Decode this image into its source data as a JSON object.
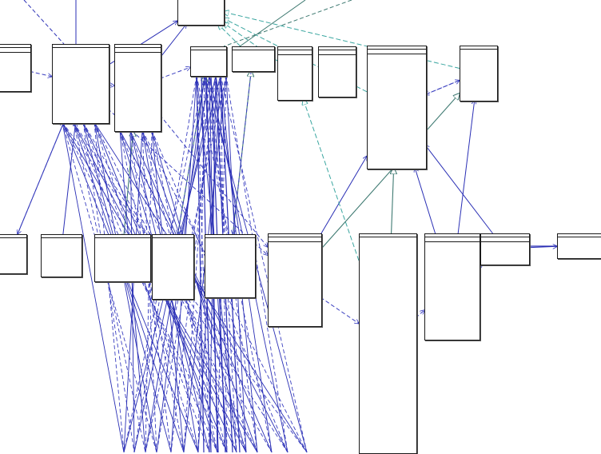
{
  "diagram": {
    "kind": "uml-class-diagram",
    "colors": {
      "association": "#2a2fb5",
      "dependency": "#3a3fc0",
      "generalization": "#3f7a72",
      "realization": "#3aa6a0",
      "box_border": "#1a1a1a",
      "highlight": "#2a2a2a"
    },
    "classes": [
      {
        "id": "top",
        "stereotype": "",
        "name": "",
        "attributes": [
          "",
          "",
          "",
          "",
          ""
        ],
        "operations": [
          ""
        ]
      },
      {
        "id": "a1",
        "stereotype": "",
        "name": "",
        "attributes": [
          "",
          "",
          ""
        ],
        "operations": [
          ""
        ]
      },
      {
        "id": "b1",
        "stereotype": "",
        "name": "",
        "attributes": [
          "",
          "",
          "",
          "",
          "",
          "",
          "",
          "",
          "",
          "",
          "",
          "",
          "",
          ""
        ],
        "operations": []
      },
      {
        "id": "c1",
        "stereotype": "",
        "name": "",
        "attributes": [
          "",
          "",
          "",
          "",
          "",
          "",
          "",
          "",
          "",
          "",
          "",
          "",
          "",
          "",
          ""
        ],
        "operations": [
          ""
        ]
      },
      {
        "id": "d1",
        "stereotype": "",
        "name": "",
        "attributes": [
          "",
          ""
        ],
        "operations": []
      },
      {
        "id": "e1",
        "stereotype": "",
        "name": "",
        "attributes": [],
        "operations": []
      },
      {
        "id": "f1",
        "stereotype": "",
        "name": "",
        "attributes": [
          "",
          "",
          "",
          "",
          ""
        ],
        "operations": [
          "",
          ""
        ]
      },
      {
        "id": "g1",
        "stereotype": "",
        "name": "",
        "attributes": [
          "",
          "",
          ""
        ],
        "operations": [
          ""
        ]
      },
      {
        "id": "h1",
        "stereotype": "",
        "name": "",
        "attributes": [
          "",
          "",
          "",
          "",
          "",
          "",
          "",
          "",
          "",
          "",
          "",
          "",
          "",
          "",
          "",
          "",
          "",
          "",
          "",
          "",
          "",
          "",
          "",
          "",
          "",
          "",
          "",
          "",
          "",
          "",
          "",
          "",
          ""
        ],
        "operations": [
          ""
        ]
      },
      {
        "id": "i1",
        "stereotype": "",
        "name": "",
        "attributes": [
          "",
          "",
          "",
          "",
          "",
          "",
          "",
          ""
        ],
        "operations": []
      },
      {
        "id": "a2",
        "stereotype": "",
        "name": "",
        "attributes": [
          "",
          "",
          "",
          ""
        ],
        "operations": []
      },
      {
        "id": "b2",
        "stereotype": "",
        "name": "",
        "attributes": [
          "",
          "",
          "",
          "",
          "",
          ""
        ],
        "operations": []
      },
      {
        "id": "c2",
        "stereotype": "",
        "name": "",
        "attributes": [
          "",
          "",
          "",
          "",
          ""
        ],
        "operations": []
      },
      {
        "id": "d2",
        "stereotype": "",
        "name": "",
        "attributes": [
          "",
          "",
          "",
          "",
          "",
          "",
          "",
          "",
          "",
          "",
          "",
          "",
          ""
        ],
        "operations": []
      },
      {
        "id": "e2",
        "stereotype": "",
        "name": "",
        "attributes": [
          "",
          "",
          "",
          "",
          "",
          "",
          "",
          "",
          "",
          "",
          "",
          "",
          ""
        ],
        "operations": []
      },
      {
        "id": "f2",
        "stereotype": "",
        "name": "",
        "attributes": [
          "",
          "",
          "",
          "",
          "",
          "",
          "",
          ""
        ],
        "operations": [
          "",
          "",
          "",
          "",
          "",
          "",
          "",
          "",
          "",
          ""
        ]
      },
      {
        "id": "g2",
        "stereotype": "",
        "name": "",
        "attributes": [
          "",
          "",
          "",
          "",
          "",
          "",
          "",
          "",
          "",
          "",
          "",
          "",
          "",
          "",
          "",
          "",
          "",
          "",
          "",
          "",
          "",
          "",
          "",
          "",
          "",
          "",
          "",
          "",
          "",
          "",
          "",
          "",
          "",
          "",
          "",
          "",
          "",
          "",
          "",
          "",
          "",
          "",
          "",
          "",
          "",
          "",
          "",
          "",
          "",
          "",
          "",
          "",
          "",
          "",
          "",
          "",
          "",
          ""
        ],
        "operations": []
      },
      {
        "id": "h2",
        "stereotype": "",
        "name": "",
        "attributes": [
          "",
          "",
          "",
          "",
          "",
          "",
          "",
          "",
          "",
          "",
          "",
          "",
          "",
          "",
          ""
        ],
        "operations": [
          "",
          "",
          "",
          "",
          "",
          "",
          ""
        ]
      },
      {
        "id": "i2",
        "stereotype": "",
        "name": "",
        "attributes": [
          "",
          "",
          "",
          ""
        ],
        "operations": [
          ""
        ]
      },
      {
        "id": "j2",
        "stereotype": "",
        "name": "",
        "attributes": [
          ""
        ],
        "operations": []
      },
      {
        "id": "a0",
        "stereotype": "",
        "name": "",
        "attributes": [
          "",
          ""
        ],
        "operations": [
          ""
        ]
      },
      {
        "id": "a3",
        "stereotype": "",
        "name": "",
        "attributes": [
          "",
          "",
          ""
        ],
        "operations": []
      }
    ],
    "edges": [
      {
        "from": "b1",
        "to": "top",
        "style": "association"
      },
      {
        "from": "c1",
        "to": "top",
        "style": "association"
      },
      {
        "from": "e1",
        "to": "top",
        "style": "realization"
      },
      {
        "from": "f1",
        "to": "top",
        "style": "realization"
      },
      {
        "from": "h1",
        "to": "top",
        "style": "realization"
      },
      {
        "from": "i1",
        "to": "top",
        "style": "realization"
      },
      {
        "from": "a2",
        "to": "b1",
        "style": "association"
      },
      {
        "from": "b2",
        "to": "b1",
        "style": "association"
      },
      {
        "from": "c2",
        "to": "c1",
        "style": "generalization"
      },
      {
        "from": "d2",
        "to": "d1",
        "style": "generalization"
      },
      {
        "from": "e2",
        "to": "e1",
        "style": "generalization"
      },
      {
        "from": "g2",
        "to": "h1",
        "style": "generalization"
      },
      {
        "from": "h2",
        "to": "h1",
        "style": "association"
      },
      {
        "from": "i2",
        "to": "h1",
        "style": "association"
      },
      {
        "from": "i2",
        "to": "j2",
        "style": "association"
      },
      {
        "from": "f2",
        "to": "h1",
        "style": "association"
      },
      {
        "from": "f2",
        "to": "i1",
        "style": "generalization"
      },
      {
        "from": "h2",
        "to": "i1",
        "style": "association"
      },
      {
        "from": "g2",
        "to": "f1",
        "style": "realization"
      },
      {
        "from": "b1",
        "to": "f2",
        "style": "dependency"
      },
      {
        "from": "c1",
        "to": "f2",
        "style": "dependency"
      },
      {
        "from": "d1",
        "to": "d2",
        "style": "dependency"
      },
      {
        "from": "e1",
        "to": "e2",
        "style": "dependency"
      },
      {
        "from": "b1",
        "to": "a2",
        "style": "dependency"
      },
      {
        "from": "a1",
        "to": "b1",
        "style": "dependency"
      },
      {
        "from": "b1",
        "to": "c1",
        "style": "dependency"
      },
      {
        "from": "c1",
        "to": "d1",
        "style": "dependency"
      },
      {
        "from": "h1",
        "to": "i1",
        "style": "dependency"
      },
      {
        "from": "i1",
        "to": "h1",
        "style": "dependency"
      },
      {
        "from": "f2",
        "to": "g2",
        "style": "dependency"
      },
      {
        "from": "g2",
        "to": "h2",
        "style": "dependency"
      },
      {
        "from": "h2",
        "to": "i2",
        "style": "dependency"
      },
      {
        "from": "a0",
        "to": "a2",
        "style": "dependency"
      },
      {
        "from": "a3",
        "to": "b2",
        "style": "dependency"
      }
    ]
  }
}
